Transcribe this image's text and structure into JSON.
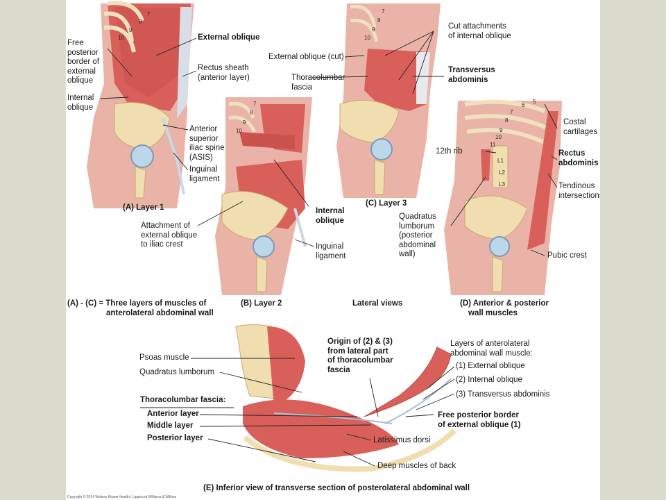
{
  "panel_a": {
    "caption": "(A) Layer 1",
    "external_oblique": "External oblique",
    "free_border": [
      "Free",
      "posterior",
      "border of",
      "external",
      "oblique"
    ],
    "internal_oblique": [
      "Internal",
      "oblique"
    ],
    "rectus_sheath": [
      "Rectus sheath",
      "(anterior layer)"
    ],
    "asis": [
      "Anterior",
      "superior",
      "iliac spine",
      "(ASIS)"
    ],
    "inguinal": [
      "Inguinal",
      "ligament"
    ],
    "ribs": [
      "7",
      "8",
      "9",
      "10"
    ]
  },
  "panel_b": {
    "caption": "(B) Layer 2",
    "external_cut": "External oblique (cut)",
    "internal_oblique": [
      "Internal",
      "oblique"
    ],
    "attachment": [
      "Attachment of",
      "external oblique",
      "to iliac crest"
    ],
    "inguinal": [
      "Inguinal",
      "ligament"
    ],
    "ribs": [
      "7",
      "8",
      "9",
      "10"
    ]
  },
  "panel_c": {
    "caption": "(C) Layer 3",
    "cut_attach": [
      "Cut attachments",
      "of internal oblique"
    ],
    "thoracolumbar": [
      "Thoracolumbar",
      "fascia"
    ],
    "transversus": [
      "Transversus",
      "abdominis"
    ],
    "ribs": [
      "7",
      "8",
      "9",
      "10"
    ]
  },
  "panel_d": {
    "caption": [
      "(D) Anterior & posterior",
      "wall muscles"
    ],
    "costal": [
      "Costal",
      "cartilages"
    ],
    "rib12": "12th rib",
    "rectus": [
      "Rectus",
      "abdominis"
    ],
    "tendinous": [
      "Tendinous",
      "intersections"
    ],
    "quadratus": [
      "Quadratus",
      "lumborum",
      "(posterior",
      "abdominal",
      "wall)"
    ],
    "pubic": "Pubic crest",
    "ribs": [
      "5",
      "6",
      "7",
      "8",
      "9",
      "10",
      "11"
    ],
    "vertebrae": [
      "L1",
      "L2",
      "L3"
    ]
  },
  "captions": {
    "three_layers": [
      "(A) - (C) = Three layers of muscles of",
      "anterolateral abdominal wall"
    ],
    "lateral": "Lateral views"
  },
  "panel_e": {
    "caption": "(E) Inferior view of transverse section of posterolateral abdominal wall",
    "psoas": "Psoas muscle",
    "quadratus": "Quadratus lumborum",
    "tlf_title": "Thoracolumbar fascia:",
    "anterior": "Anterior layer",
    "middle": "Middle layer",
    "posterior": "Posterior layer",
    "origin": [
      "Origin of (2) & (3)",
      "from lateral part",
      "of thoracolumbar",
      "fascia"
    ],
    "layers_title": [
      "Layers of anterolateral",
      "abdominal wall muscle:"
    ],
    "l1": "(1) External oblique",
    "l2": "(2) Internal oblique",
    "l3": "(3) Transversus abdominis",
    "free_border": [
      "Free posterior border",
      "of external oblique (1)"
    ],
    "latissimus": "Latissimus dorsi",
    "deep": "Deep muscles of back"
  },
  "copyright": "Copyright © 2014 Wolters Kluwer Health | Lippincott Williams & Wilkins",
  "colors": {
    "muscle": "#d9605a",
    "muscle_dark": "#b94a44",
    "skin": "#e6aaa0",
    "bone": "#f1deb0",
    "fascia": "#c9d7e6",
    "background": "#dcdccc"
  }
}
